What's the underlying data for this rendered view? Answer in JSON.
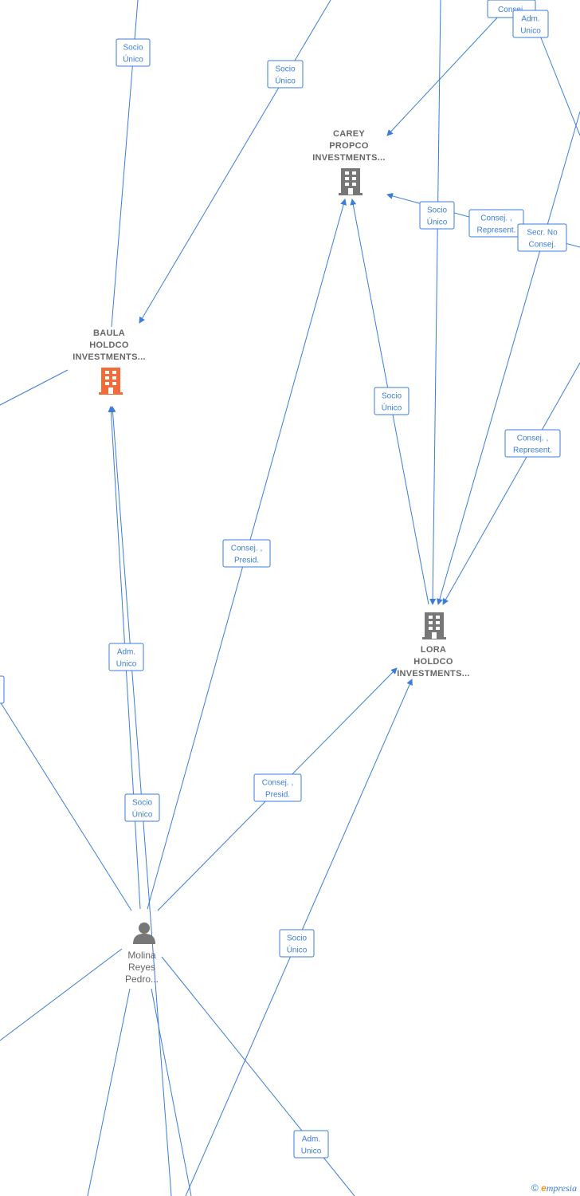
{
  "nodes": {
    "carey": {
      "lines": [
        "CAREY",
        "PROPCO",
        "INVESTMENTS..."
      ],
      "kind": "company",
      "color": "#777777"
    },
    "baula": {
      "lines": [
        "BAULA",
        "HOLDCO",
        "INVESTMENTS..."
      ],
      "kind": "company",
      "color": "#f26b38"
    },
    "lora": {
      "lines": [
        "LORA",
        "HOLDCO",
        "INVESTMENTS..."
      ],
      "kind": "company",
      "color": "#777777"
    },
    "molina": {
      "lines": [
        "Molina",
        "Reyes",
        "Pedro..."
      ],
      "kind": "person",
      "color": "#777777"
    }
  },
  "badges": [
    {
      "lines": [
        "Socio",
        "Único"
      ]
    },
    {
      "lines": [
        "Socio",
        "Único"
      ]
    },
    {
      "lines": [
        "Consej."
      ]
    },
    {
      "lines": [
        "Adm.",
        "Unico"
      ]
    },
    {
      "lines": [
        "Socio",
        "Único"
      ]
    },
    {
      "lines": [
        "Consej. ,",
        "Represent."
      ]
    },
    {
      "lines": [
        "Secr.  No",
        "Consej."
      ]
    },
    {
      "lines": [
        "Socio",
        "Único"
      ]
    },
    {
      "lines": [
        "Consej. ,",
        "Represent."
      ]
    },
    {
      "lines": [
        "Consej. ,",
        "Presid."
      ]
    },
    {
      "lines": [
        "Adm.",
        "Unico"
      ]
    },
    {
      "lines": [
        "Socio",
        "Único"
      ]
    },
    {
      "lines": [
        "Consej. ,",
        "Presid."
      ]
    },
    {
      "lines": [
        "Socio",
        "Único"
      ]
    },
    {
      "lines": [
        "Adm.",
        "Unico"
      ]
    }
  ],
  "footer": {
    "copyright": "©",
    "brand_initial": "e",
    "brand_rest": "mpresia"
  },
  "colors": {
    "edge": "#3b7dd8",
    "badge_text": "#3b7dd8",
    "label": "#666666",
    "accent_company": "#f26b38",
    "company": "#777777"
  }
}
